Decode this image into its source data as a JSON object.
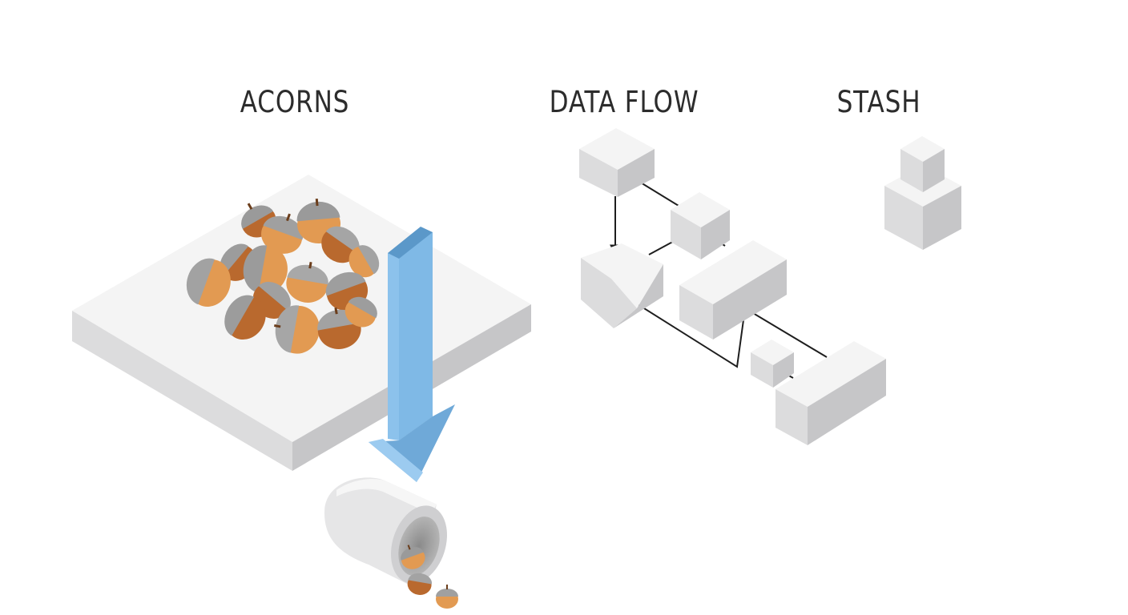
{
  "labels": {
    "acorns": "ACORNS",
    "data_flow": "DATA FLOW",
    "stash": "STASH"
  },
  "colors": {
    "background": "#ffffff",
    "label_text": "#2c2c2c",
    "block_top": "#f4f4f4",
    "block_left": "#dcdcdd",
    "block_right": "#c6c6c8",
    "arrow_blue": "#7fb9e6",
    "acorn_orange": "#e29a52",
    "acorn_brown": "#b9692e",
    "acorn_cap": "#9a9a9a",
    "connector": "#1e1e1e"
  },
  "icons": {
    "acorn_pile": "acorn-pile-icon",
    "down_arrow": "down-arrow-icon",
    "storage_pipe": "storage-pipe-icon",
    "data_block": "cube-icon",
    "stash_stack": "stacked-cubes-icon"
  }
}
